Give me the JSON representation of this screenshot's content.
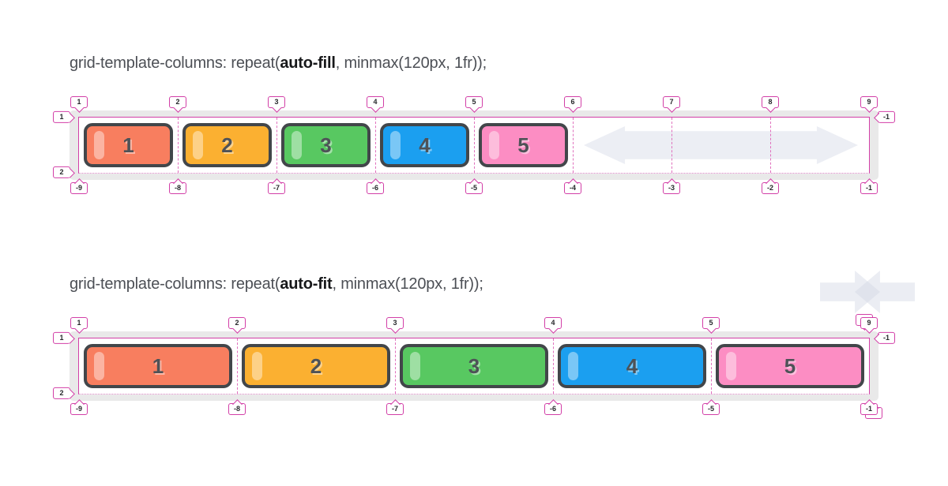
{
  "page": {
    "background": "#ffffff"
  },
  "palette": {
    "overlay_pink": "#D23FA7",
    "dashed_pink": "#E070BD",
    "dotted_pink": "#DD85C6",
    "grid_element_gray": "#E9E9E9",
    "item_border": "#42464A",
    "item_number": "#4E5257",
    "arrow_gray": "#ECEEF4",
    "title_text": "#4C4F55",
    "title_keyword": "#17181A"
  },
  "demos": [
    {
      "title": {
        "prefix": "grid-template-columns: repeat(",
        "keyword": "auto-fill",
        "suffix": ", minmax(120px, 1fr));"
      },
      "tracks": 8,
      "items": [
        {
          "label": "1",
          "color": "#F87E5F"
        },
        {
          "label": "2",
          "color": "#FBB031"
        },
        {
          "label": "3",
          "color": "#58C861"
        },
        {
          "label": "4",
          "color": "#1B9FF0"
        },
        {
          "label": "5",
          "color": "#FC8DC3"
        }
      ],
      "markers": {
        "top": [
          {
            "label": "1",
            "x": 0
          },
          {
            "label": "2",
            "x": 0.125
          },
          {
            "label": "3",
            "x": 0.25
          },
          {
            "label": "4",
            "x": 0.375
          },
          {
            "label": "5",
            "x": 0.5
          },
          {
            "label": "6",
            "x": 0.625
          },
          {
            "label": "7",
            "x": 0.75
          },
          {
            "label": "8",
            "x": 0.875
          },
          {
            "label": "9",
            "x": 1
          }
        ],
        "bottom": [
          {
            "label": "-9",
            "x": 0
          },
          {
            "label": "-8",
            "x": 0.125
          },
          {
            "label": "-7",
            "x": 0.25
          },
          {
            "label": "-6",
            "x": 0.375
          },
          {
            "label": "-5",
            "x": 0.5
          },
          {
            "label": "-4",
            "x": 0.625
          },
          {
            "label": "-3",
            "x": 0.75
          },
          {
            "label": "-2",
            "x": 0.875
          },
          {
            "label": "-1",
            "x": 1
          }
        ],
        "left_rows": [
          {
            "label": "1",
            "y": 0
          },
          {
            "label": "2",
            "y": 1
          }
        ],
        "right": [
          {
            "label": "-1"
          }
        ]
      },
      "empty_tracks_arrow": true,
      "collapse_icon": false
    },
    {
      "title": {
        "prefix": "grid-template-columns: repeat(",
        "keyword": "auto-fit",
        "suffix": ", minmax(120px, 1fr));"
      },
      "tracks": 5,
      "items": [
        {
          "label": "1",
          "color": "#F87E5F"
        },
        {
          "label": "2",
          "color": "#FBB031"
        },
        {
          "label": "3",
          "color": "#58C861"
        },
        {
          "label": "4",
          "color": "#1B9FF0"
        },
        {
          "label": "5",
          "color": "#FC8DC3"
        }
      ],
      "markers": {
        "top": [
          {
            "label": "1",
            "x": 0
          },
          {
            "label": "2",
            "x": 0.2
          },
          {
            "label": "3",
            "x": 0.4
          },
          {
            "label": "4",
            "x": 0.6
          },
          {
            "label": "5",
            "x": 0.8
          },
          {
            "label": "9",
            "x": 1,
            "stack": true
          }
        ],
        "bottom": [
          {
            "label": "-9",
            "x": 0
          },
          {
            "label": "-8",
            "x": 0.2
          },
          {
            "label": "-7",
            "x": 0.4
          },
          {
            "label": "-6",
            "x": 0.6
          },
          {
            "label": "-5",
            "x": 0.8
          },
          {
            "label": "-1",
            "x": 1,
            "stack": true
          }
        ],
        "left_rows": [
          {
            "label": "1",
            "y": 0
          },
          {
            "label": "2",
            "y": 1
          }
        ],
        "right": [
          {
            "label": "-1"
          }
        ]
      },
      "empty_tracks_arrow": false,
      "collapse_icon": true
    }
  ]
}
